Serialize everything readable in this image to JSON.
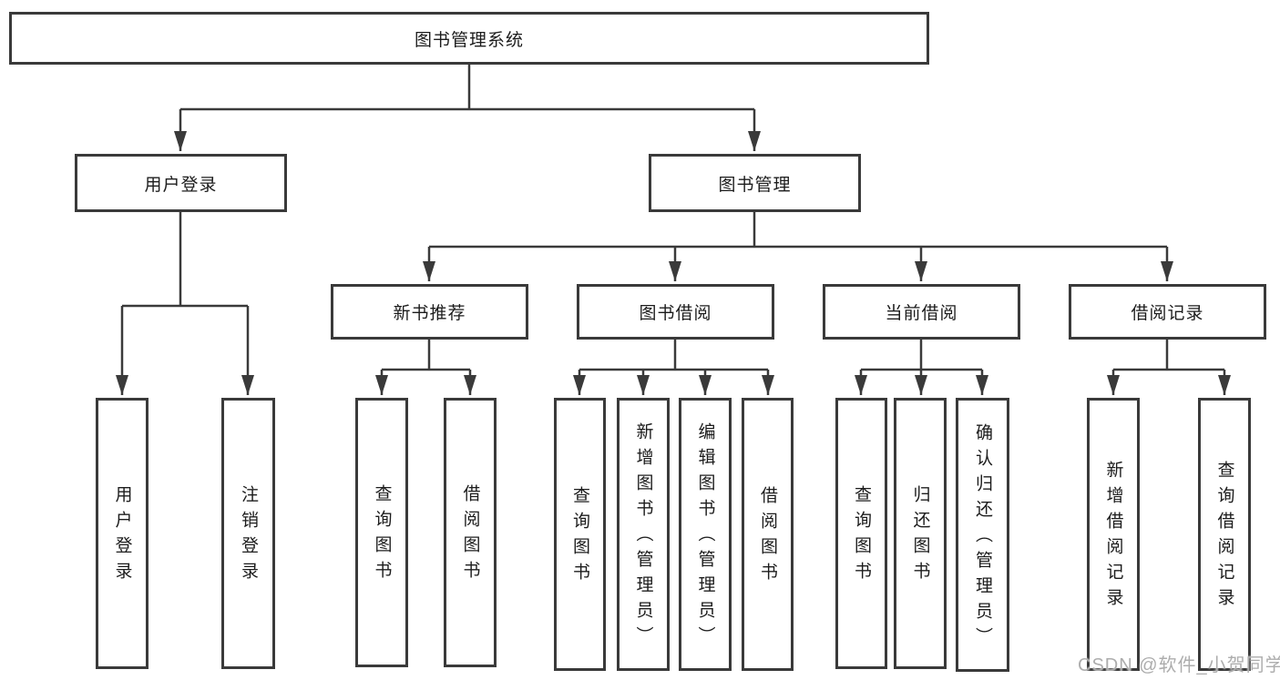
{
  "diagram": {
    "root": "图书管理系统",
    "level2": {
      "user_login": "用户登录",
      "book_mgmt": "图书管理"
    },
    "level3": {
      "new_book_rec": "新书推荐",
      "book_borrow": "图书借阅",
      "current_borrow": "当前借阅",
      "borrow_records": "借阅记录"
    },
    "login_leaves": [
      "用户登录",
      "注销登录"
    ],
    "new_book_leaves": [
      "查询图书",
      "借阅图书"
    ],
    "borrow_leaves": [
      "查询图书",
      "新增图书（管理员）",
      "编辑图书（管理员）",
      "借阅图书"
    ],
    "current_leaves": [
      "查询图书",
      "归还图书",
      "确认归还（管理员）"
    ],
    "record_leaves": [
      "新增借阅记录",
      "查询借阅记录"
    ]
  },
  "watermark": "CSDN @软件_小贺同学",
  "colors": {
    "line": "#3a3a3a",
    "text": "#1c1c1c",
    "watermark": "#adadad",
    "background": "#ffffff"
  }
}
